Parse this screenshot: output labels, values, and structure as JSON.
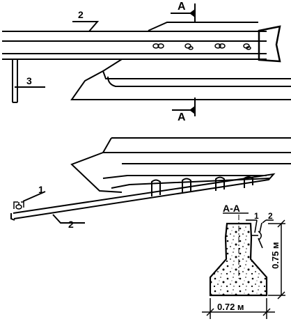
{
  "labels": {
    "section_mark": "A",
    "callout_1": "1",
    "callout_2": "2",
    "callout_3": "3",
    "section_title": "A-A",
    "dim_width": "0.72 м",
    "dim_height": "0.75 м"
  },
  "colors": {
    "ink": "#000000",
    "paper": "#ffffff"
  }
}
